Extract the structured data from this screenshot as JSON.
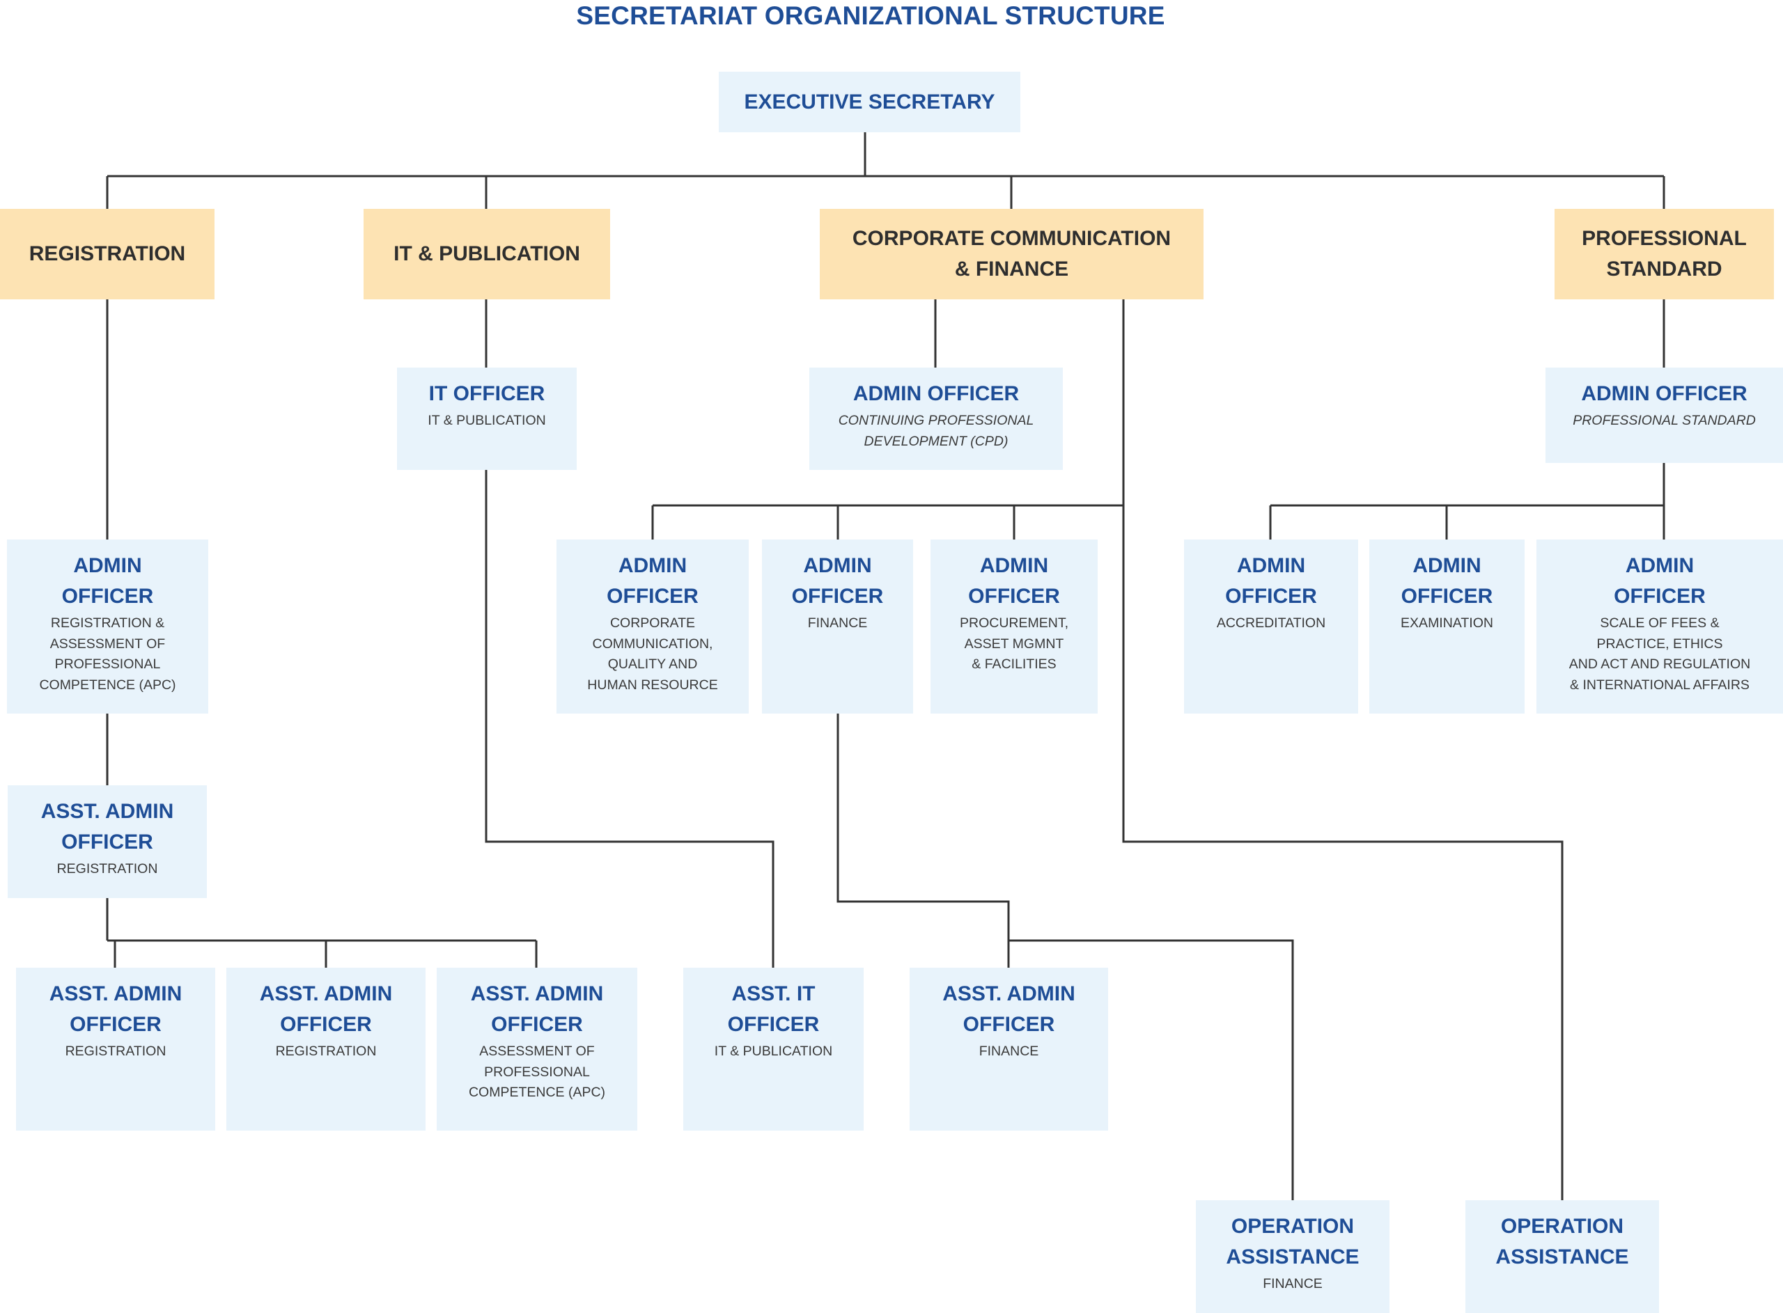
{
  "title": "SECRETARIAT ORGANIZATIONAL STRUCTURE",
  "colors": {
    "title": "#1e4d96",
    "department_box": "#fde3b3",
    "officer_box": "#e8f3fb",
    "connector": "#333333"
  },
  "nodes": {
    "exec": {
      "title": "EXECUTIVE SECRETARY"
    },
    "dept_registration": {
      "title": "REGISTRATION"
    },
    "dept_it": {
      "title": "IT & PUBLICATION"
    },
    "dept_ccf": {
      "title": "CORPORATE COMMUNICATION\n& FINANCE"
    },
    "dept_ps": {
      "title": "PROFESSIONAL\nSTANDARD"
    },
    "it_officer": {
      "title": "IT OFFICER",
      "sub": "IT & PUBLICATION"
    },
    "ao_cpd": {
      "title": "ADMIN OFFICER",
      "sub": "CONTINUING PROFESSIONAL\nDEVELOPMENT (CPD)"
    },
    "ao_ps": {
      "title": "ADMIN OFFICER",
      "sub": "PROFESSIONAL STANDARD"
    },
    "ao_reg": {
      "title": "ADMIN\nOFFICER",
      "sub": "REGISTRATION &\nASSESSMENT OF\nPROFESSIONAL\nCOMPETENCE (APC)"
    },
    "ao_corp": {
      "title": "ADMIN\nOFFICER",
      "sub": "CORPORATE\nCOMMUNICATION,\nQUALITY AND\nHUMAN RESOURCE"
    },
    "ao_fin": {
      "title": "ADMIN\nOFFICER",
      "sub": "FINANCE"
    },
    "ao_proc": {
      "title": "ADMIN\nOFFICER",
      "sub": "PROCUREMENT,\nASSET MGMNT\n& FACILITIES"
    },
    "ao_acc": {
      "title": "ADMIN\nOFFICER",
      "sub": "ACCREDITATION"
    },
    "ao_exam": {
      "title": "ADMIN\nOFFICER",
      "sub": "EXAMINATION"
    },
    "ao_fees": {
      "title": "ADMIN\nOFFICER",
      "sub": "SCALE OF FEES &\nPRACTICE, ETHICS\nAND ACT AND REGULATION\n& INTERNATIONAL AFFAIRS"
    },
    "aao_reg": {
      "title": "ASST. ADMIN\nOFFICER",
      "sub": "REGISTRATION"
    },
    "aao_reg1": {
      "title": "ASST. ADMIN\nOFFICER",
      "sub": "REGISTRATION"
    },
    "aao_reg2": {
      "title": "ASST. ADMIN\nOFFICER",
      "sub": "REGISTRATION"
    },
    "aao_apc": {
      "title": "ASST. ADMIN\nOFFICER",
      "sub": "ASSESSMENT OF\nPROFESSIONAL\nCOMPETENCE (APC)"
    },
    "ait": {
      "title": "ASST. IT\nOFFICER",
      "sub": "IT & PUBLICATION"
    },
    "aao_fin": {
      "title": "ASST. ADMIN\nOFFICER",
      "sub": "FINANCE"
    },
    "op_fin": {
      "title": "OPERATION\nASSISTANCE",
      "sub": "FINANCE"
    },
    "op_2": {
      "title": "OPERATION\nASSISTANCE"
    }
  }
}
